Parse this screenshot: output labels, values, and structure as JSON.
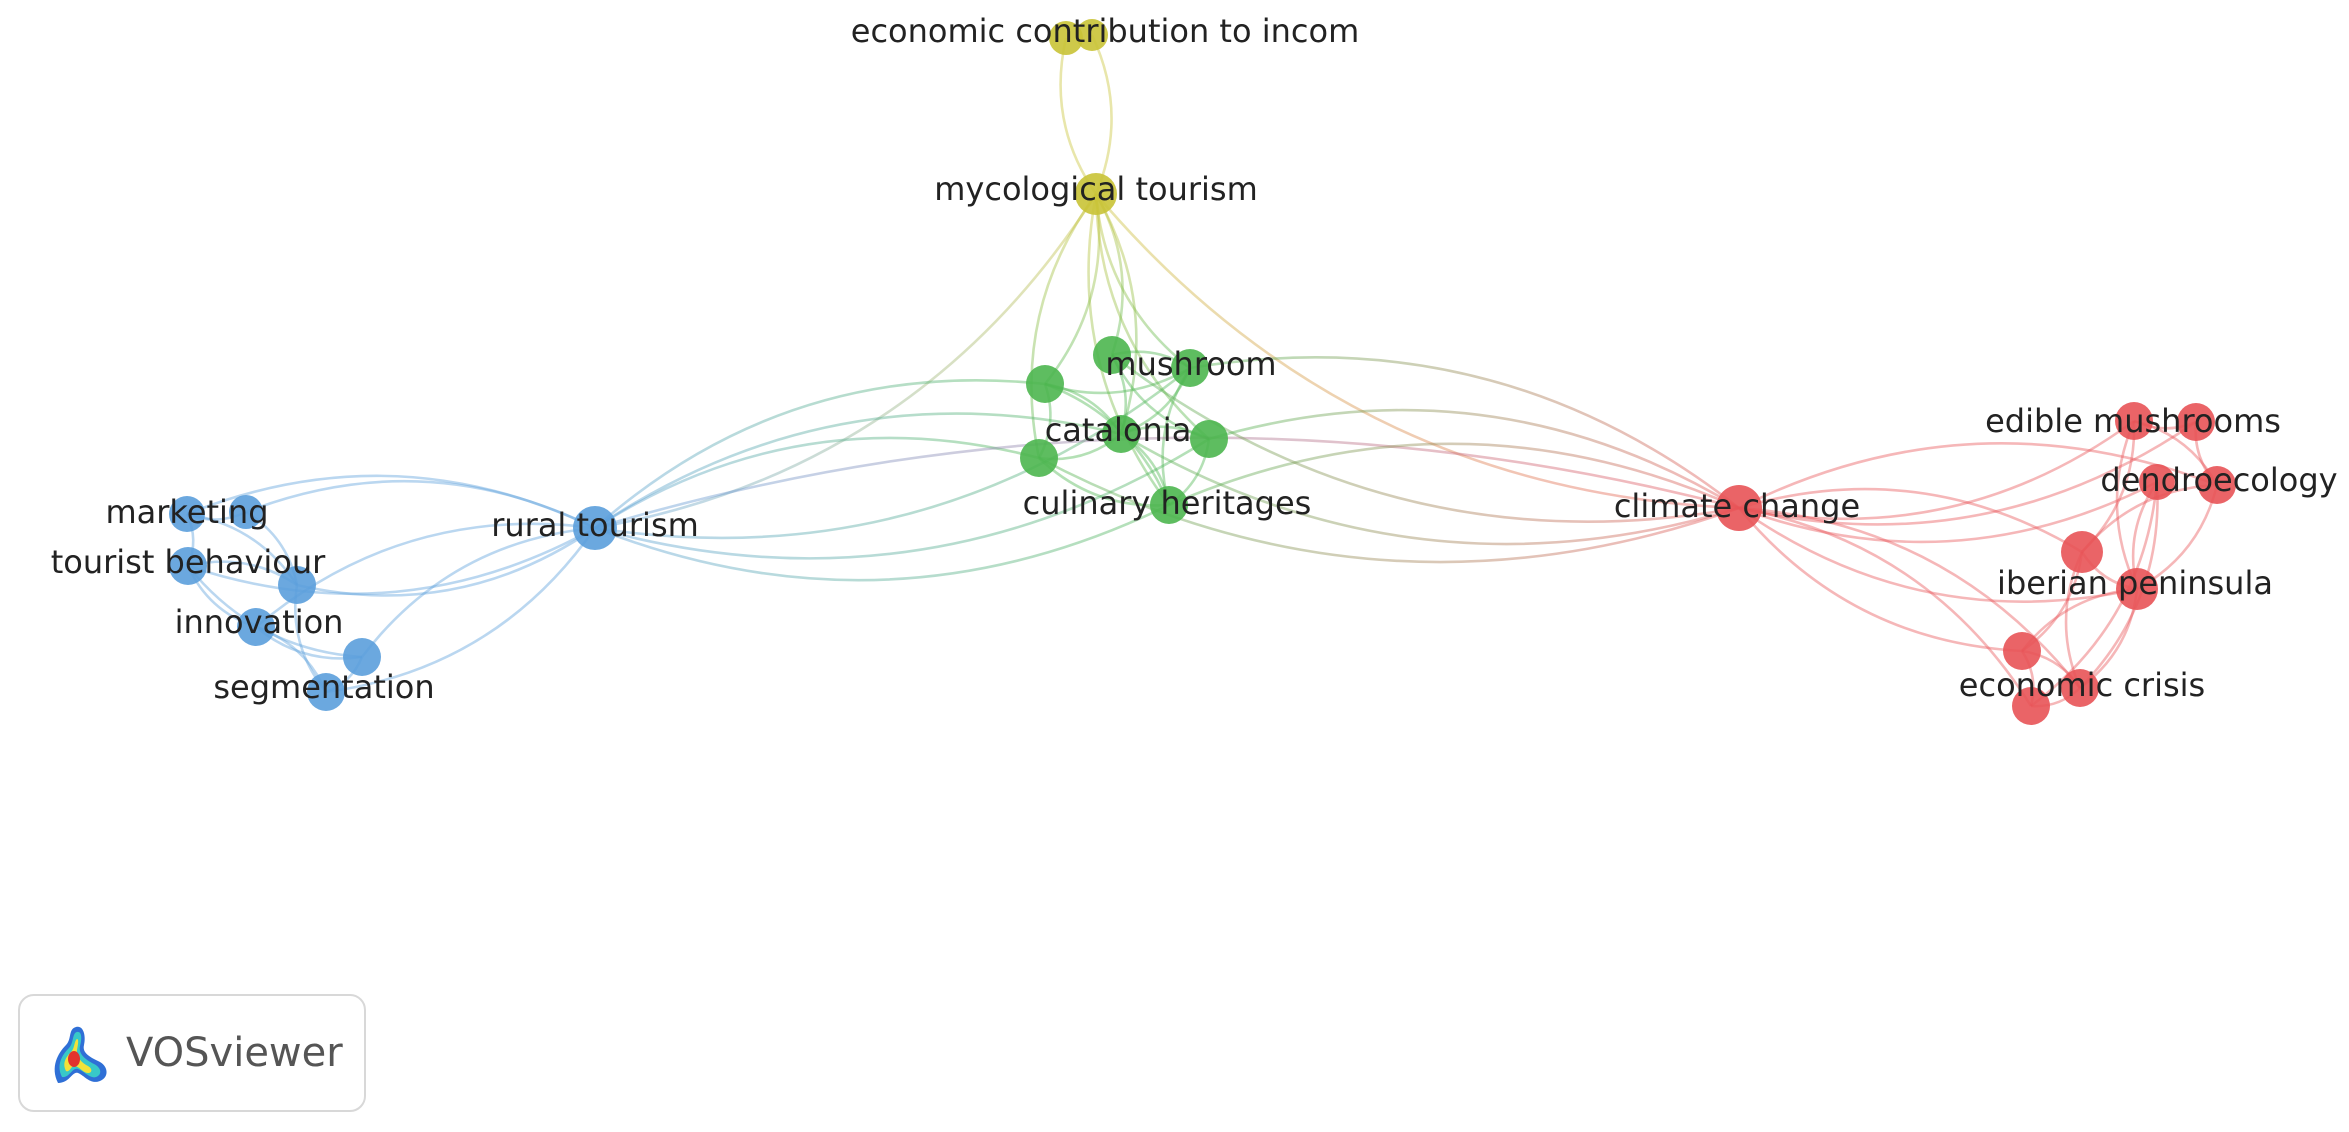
{
  "clusters": {
    "blue": "#5b9fdb",
    "green": "#4cb64f",
    "yellow": "#c9c336",
    "red": "#e85357"
  },
  "nodes": [
    {
      "id": "economic-contribution",
      "label": "economic contribution to incom",
      "cluster": "yellow"
    },
    {
      "id": "economic-contribution-b",
      "label": "",
      "cluster": "yellow"
    },
    {
      "id": "mycological-tourism",
      "label": "mycological tourism",
      "cluster": "yellow"
    },
    {
      "id": "mushroom",
      "label": "mushroom",
      "cluster": "green"
    },
    {
      "id": "catalonia",
      "label": "catalonia",
      "cluster": "green"
    },
    {
      "id": "culinary-heritages",
      "label": "culinary heritages",
      "cluster": "green"
    },
    {
      "id": "green-1",
      "label": "",
      "cluster": "green"
    },
    {
      "id": "green-2",
      "label": "",
      "cluster": "green"
    },
    {
      "id": "green-3",
      "label": "",
      "cluster": "green"
    },
    {
      "id": "green-4",
      "label": "",
      "cluster": "green"
    },
    {
      "id": "rural-tourism",
      "label": "rural tourism",
      "cluster": "blue"
    },
    {
      "id": "marketing",
      "label": "marketing",
      "cluster": "blue"
    },
    {
      "id": "tourist-behaviour",
      "label": "tourist behaviour",
      "cluster": "blue"
    },
    {
      "id": "innovation",
      "label": "innovation",
      "cluster": "blue"
    },
    {
      "id": "segmentation",
      "label": "segmentation",
      "cluster": "blue"
    },
    {
      "id": "blue-1",
      "label": "",
      "cluster": "blue"
    },
    {
      "id": "blue-2",
      "label": "",
      "cluster": "blue"
    },
    {
      "id": "blue-3",
      "label": "",
      "cluster": "blue"
    },
    {
      "id": "climate-change",
      "label": "climate change",
      "cluster": "red"
    },
    {
      "id": "edible-mushrooms",
      "label": "edible mushrooms",
      "cluster": "red"
    },
    {
      "id": "dendroecology",
      "label": "dendroecology",
      "cluster": "red"
    },
    {
      "id": "iberian-peninsula",
      "label": "iberian peninsula",
      "cluster": "red"
    },
    {
      "id": "economic-crisis",
      "label": "economic crisis",
      "cluster": "red"
    },
    {
      "id": "red-1",
      "label": "",
      "cluster": "red"
    },
    {
      "id": "red-2",
      "label": "",
      "cluster": "red"
    },
    {
      "id": "red-3",
      "label": "",
      "cluster": "red"
    },
    {
      "id": "red-4",
      "label": "",
      "cluster": "red"
    },
    {
      "id": "red-5",
      "label": "",
      "cluster": "red"
    }
  ],
  "links": [
    [
      "economic-contribution",
      "mycological-tourism"
    ],
    [
      "economic-contribution-b",
      "mycological-tourism"
    ],
    [
      "mycological-tourism",
      "mushroom"
    ],
    [
      "mycological-tourism",
      "catalonia"
    ],
    [
      "mycological-tourism",
      "culinary-heritages"
    ],
    [
      "mycological-tourism",
      "green-1"
    ],
    [
      "mycological-tourism",
      "green-2"
    ],
    [
      "mycological-tourism",
      "green-3"
    ],
    [
      "mycological-tourism",
      "green-4"
    ],
    [
      "mycological-tourism",
      "rural-tourism"
    ],
    [
      "mycological-tourism",
      "climate-change"
    ],
    [
      "mushroom",
      "catalonia"
    ],
    [
      "mushroom",
      "culinary-heritages"
    ],
    [
      "mushroom",
      "green-1"
    ],
    [
      "mushroom",
      "green-3"
    ],
    [
      "catalonia",
      "culinary-heritages"
    ],
    [
      "catalonia",
      "green-1"
    ],
    [
      "catalonia",
      "green-2"
    ],
    [
      "catalonia",
      "green-3"
    ],
    [
      "catalonia",
      "green-4"
    ],
    [
      "culinary-heritages",
      "green-1"
    ],
    [
      "culinary-heritages",
      "green-2"
    ],
    [
      "culinary-heritages",
      "green-4"
    ],
    [
      "green-1",
      "green-2"
    ],
    [
      "green-3",
      "green-4"
    ],
    [
      "rural-tourism",
      "green-1"
    ],
    [
      "rural-tourism",
      "mushroom"
    ],
    [
      "rural-tourism",
      "catalonia"
    ],
    [
      "rural-tourism",
      "culinary-heritages"
    ],
    [
      "rural-tourism",
      "green-2"
    ],
    [
      "rural-tourism",
      "green-4"
    ],
    [
      "rural-tourism",
      "climate-change"
    ],
    [
      "rural-tourism",
      "marketing"
    ],
    [
      "rural-tourism",
      "tourist-behaviour"
    ],
    [
      "rural-tourism",
      "innovation"
    ],
    [
      "rural-tourism",
      "segmentation"
    ],
    [
      "rural-tourism",
      "blue-1"
    ],
    [
      "rural-tourism",
      "blue-2"
    ],
    [
      "rural-tourism",
      "blue-3"
    ],
    [
      "marketing",
      "tourist-behaviour"
    ],
    [
      "marketing",
      "blue-1"
    ],
    [
      "marketing",
      "blue-2"
    ],
    [
      "tourist-behaviour",
      "innovation"
    ],
    [
      "tourist-behaviour",
      "blue-2"
    ],
    [
      "tourist-behaviour",
      "blue-3"
    ],
    [
      "innovation",
      "segmentation"
    ],
    [
      "innovation",
      "blue-3"
    ],
    [
      "segmentation",
      "blue-2"
    ],
    [
      "segmentation",
      "blue-3"
    ],
    [
      "blue-1",
      "blue-2"
    ],
    [
      "climate-change",
      "mushroom"
    ],
    [
      "climate-change",
      "catalonia"
    ],
    [
      "climate-change",
      "culinary-heritages"
    ],
    [
      "climate-change",
      "green-3"
    ],
    [
      "climate-change",
      "green-4"
    ],
    [
      "climate-change",
      "green-2"
    ],
    [
      "climate-change",
      "edible-mushrooms"
    ],
    [
      "climate-change",
      "dendroecology"
    ],
    [
      "climate-change",
      "iberian-peninsula"
    ],
    [
      "climate-change",
      "economic-crisis"
    ],
    [
      "climate-change",
      "red-1"
    ],
    [
      "climate-change",
      "red-2"
    ],
    [
      "climate-change",
      "red-3"
    ],
    [
      "climate-change",
      "red-4"
    ],
    [
      "climate-change",
      "red-5"
    ],
    [
      "edible-mushrooms",
      "dendroecology"
    ],
    [
      "edible-mushrooms",
      "red-1"
    ],
    [
      "edible-mushrooms",
      "red-2"
    ],
    [
      "edible-mushrooms",
      "iberian-peninsula"
    ],
    [
      "dendroecology",
      "red-1"
    ],
    [
      "dendroecology",
      "red-2"
    ],
    [
      "dendroecology",
      "iberian-peninsula"
    ],
    [
      "red-2",
      "iberian-peninsula"
    ],
    [
      "red-2",
      "red-3"
    ],
    [
      "red-2",
      "economic-crisis"
    ],
    [
      "iberian-peninsula",
      "economic-crisis"
    ],
    [
      "iberian-peninsula",
      "red-3"
    ],
    [
      "iberian-peninsula",
      "red-5"
    ],
    [
      "economic-crisis",
      "red-3"
    ],
    [
      "economic-crisis",
      "red-4"
    ],
    [
      "economic-crisis",
      "red-5"
    ],
    [
      "red-3",
      "red-4"
    ],
    [
      "red-4",
      "red-5"
    ]
  ],
  "brand": {
    "name": "VOSviewer"
  }
}
